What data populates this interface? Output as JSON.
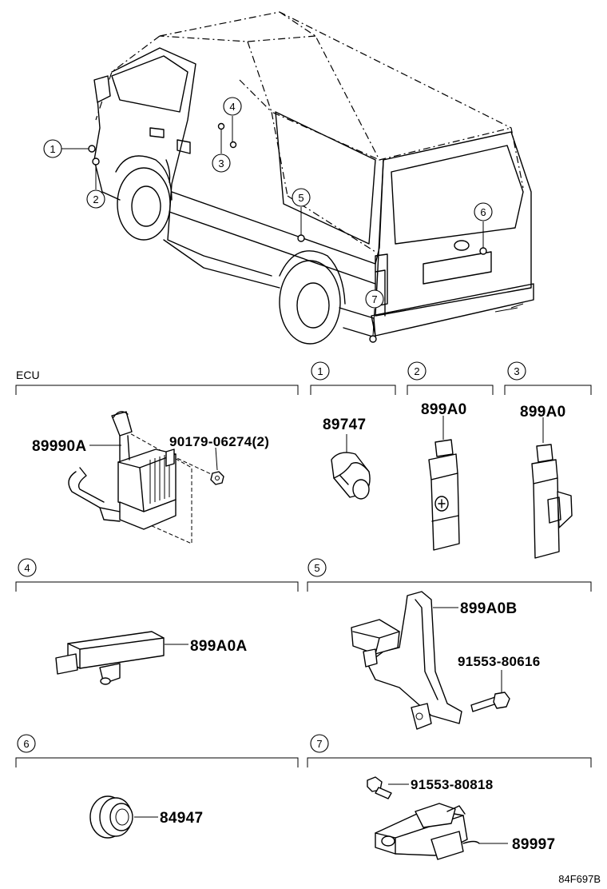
{
  "diagram_code": "84F697B",
  "ecu_section": {
    "title": "ECU",
    "parts": [
      "89990A",
      "90179-06274(2)"
    ]
  },
  "callouts": [
    "1",
    "2",
    "3",
    "4",
    "5",
    "6",
    "7"
  ],
  "sections": [
    {
      "callout": "1",
      "parts": [
        "89747"
      ]
    },
    {
      "callout": "2",
      "parts": [
        "899A0"
      ]
    },
    {
      "callout": "3",
      "parts": [
        "899A0"
      ]
    },
    {
      "callout": "4",
      "parts": [
        "899A0A"
      ]
    },
    {
      "callout": "5",
      "parts": [
        "899A0B",
        "91553-80616"
      ]
    },
    {
      "callout": "6",
      "parts": [
        "84947"
      ]
    },
    {
      "callout": "7",
      "parts": [
        "91553-80818",
        "89997"
      ]
    }
  ]
}
